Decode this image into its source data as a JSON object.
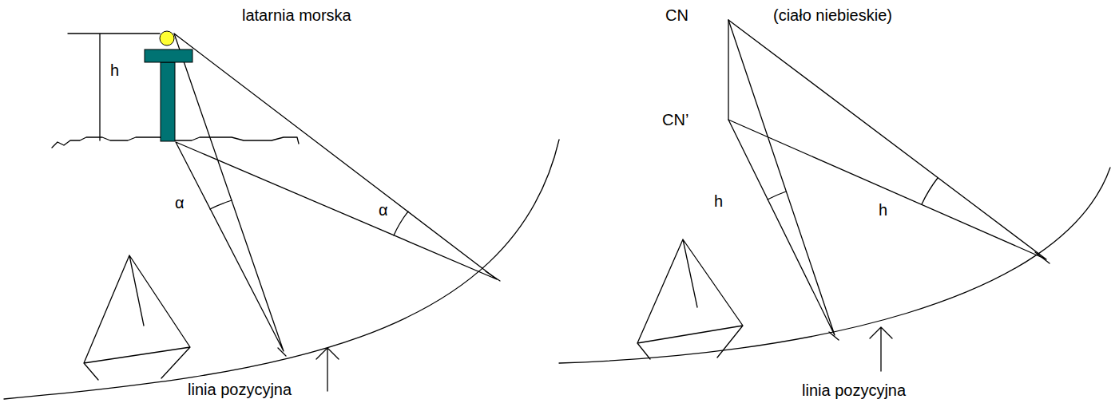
{
  "diagram": {
    "labels": [
      "latarnia morska",
      "h",
      "α",
      "α",
      "linia pozycyjna",
      "CN",
      "(ciało niebieskie)",
      "CN’",
      "h",
      "h",
      "linia pozycyjna"
    ]
  }
}
